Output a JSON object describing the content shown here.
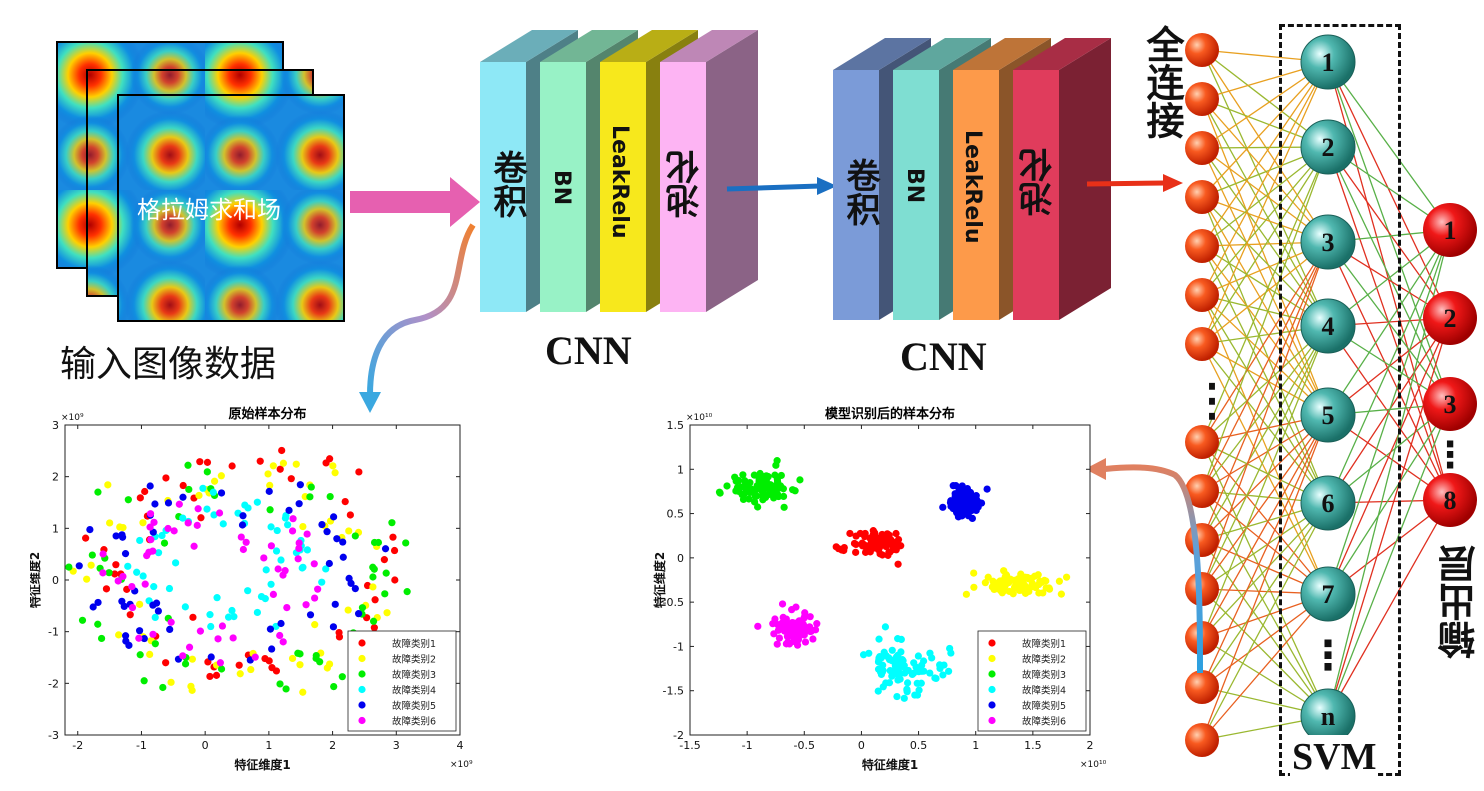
{
  "input": {
    "overlay_text": "格拉姆求和场",
    "caption": "输入图像数据"
  },
  "cnn1": {
    "layers": [
      "卷积",
      "BN",
      "LeakRelu",
      "池化"
    ],
    "label": "CNN",
    "colors": [
      "#8ee8f6",
      "#98f2c6",
      "#f7e81c",
      "#fdb4f3"
    ]
  },
  "cnn2": {
    "layers": [
      "卷积",
      "BN",
      "LeakRelu",
      "池化"
    ],
    "label": "CNN",
    "colors": [
      "#7b9bd8",
      "#7fded2",
      "#fd9a4a",
      "#e03c5c"
    ]
  },
  "fc": {
    "label": "全连接",
    "dots": "⋮"
  },
  "svm": {
    "label": "SVM",
    "nodes": [
      "1",
      "2",
      "3",
      "4",
      "5",
      "6",
      "7",
      "⋮",
      "n"
    ]
  },
  "output": {
    "label": "输出层",
    "nodes": [
      "1",
      "2",
      "3",
      "⋮",
      "8"
    ]
  },
  "plot_left": {
    "title": "原始样本分布",
    "xlabel": "特征维度1",
    "ylabel": "特征维度2",
    "x_exp": "×10⁹",
    "y_exp": "×10⁹",
    "xticks": [
      "-2",
      "-1",
      "0",
      "1",
      "2",
      "3",
      "4"
    ],
    "yticks": [
      "3",
      "2",
      "1",
      "0",
      "-1",
      "-2",
      "-3"
    ],
    "legend": [
      "故障类别1",
      "故障类别2",
      "故障类别3",
      "故障类别4",
      "故障类别5",
      "故障类别6"
    ]
  },
  "plot_right": {
    "title": "模型识别后的样本分布",
    "xlabel": "特征维度1",
    "ylabel": "特征维度2",
    "x_exp": "×10¹⁰",
    "y_exp": "×10¹⁰",
    "xticks": [
      "-1.5",
      "-1",
      "-0.5",
      "0",
      "0.5",
      "1",
      "1.5",
      "2"
    ],
    "yticks": [
      "1.5",
      "1",
      "0.5",
      "0",
      "-0.5",
      "-1",
      "-1.5",
      "-2"
    ],
    "legend": [
      "故障类别1",
      "故障类别2",
      "故障类别3",
      "故障类别4",
      "故障类别5",
      "故障类别6"
    ]
  },
  "chart_data": [
    {
      "type": "scatter",
      "title": "原始样本分布",
      "xlabel": "特征维度1",
      "ylabel": "特征维度2",
      "xlim": [
        -2.2,
        4
      ],
      "ylim": [
        -3,
        3
      ],
      "unit_scale": "1e9",
      "legend_position": "bottom-right",
      "series": [
        {
          "name": "故障类别1",
          "color": "#ff0000",
          "distribution": "ring",
          "center": [
            0.8,
            0.2
          ],
          "radius": [
            2.2,
            2.0
          ]
        },
        {
          "name": "故障类别2",
          "color": "#ffff00",
          "distribution": "ring",
          "center": [
            0.5,
            0.1
          ],
          "radius": [
            2.0,
            2.0
          ]
        },
        {
          "name": "故障类别3",
          "color": "#00ee00",
          "distribution": "ring",
          "center": [
            0.6,
            0.0
          ],
          "radius": [
            2.3,
            1.9
          ]
        },
        {
          "name": "故障类别4",
          "color": "#00ffff",
          "distribution": "inner-ring",
          "center": [
            0.3,
            0.3
          ],
          "radius": [
            1.1,
            1.1
          ]
        },
        {
          "name": "故障类别5",
          "color": "#0000ee",
          "distribution": "ring",
          "center": [
            0.4,
            0.1
          ],
          "radius": [
            1.8,
            1.6
          ]
        },
        {
          "name": "故障类别6",
          "color": "#ff00ff",
          "distribution": "inner-ring",
          "center": [
            0.2,
            0.0
          ],
          "radius": [
            1.4,
            1.3
          ]
        }
      ]
    },
    {
      "type": "scatter",
      "title": "模型识别后的样本分布",
      "xlabel": "特征维度1",
      "ylabel": "特征维度2",
      "xlim": [
        -1.5,
        2
      ],
      "ylim": [
        -2,
        1.5
      ],
      "unit_scale": "1e10",
      "legend_position": "bottom-right",
      "series": [
        {
          "name": "故障类别1",
          "color": "#ff0000",
          "center": [
            0.15,
            0.15
          ],
          "spread": [
            0.2,
            0.12
          ]
        },
        {
          "name": "故障类别2",
          "color": "#ffff00",
          "center": [
            1.35,
            -0.3
          ],
          "spread": [
            0.3,
            0.1
          ]
        },
        {
          "name": "故障类别3",
          "color": "#00ee00",
          "center": [
            -0.85,
            0.8
          ],
          "spread": [
            0.25,
            0.15
          ]
        },
        {
          "name": "故障类别4",
          "color": "#00ffff",
          "center": [
            0.35,
            -1.25
          ],
          "spread": [
            0.3,
            0.25
          ]
        },
        {
          "name": "故障类别5",
          "color": "#0000ee",
          "center": [
            0.9,
            0.65
          ],
          "spread": [
            0.12,
            0.15
          ]
        },
        {
          "name": "故障类别6",
          "color": "#ff00ff",
          "center": [
            -0.6,
            -0.8
          ],
          "spread": [
            0.15,
            0.15
          ]
        }
      ]
    }
  ]
}
